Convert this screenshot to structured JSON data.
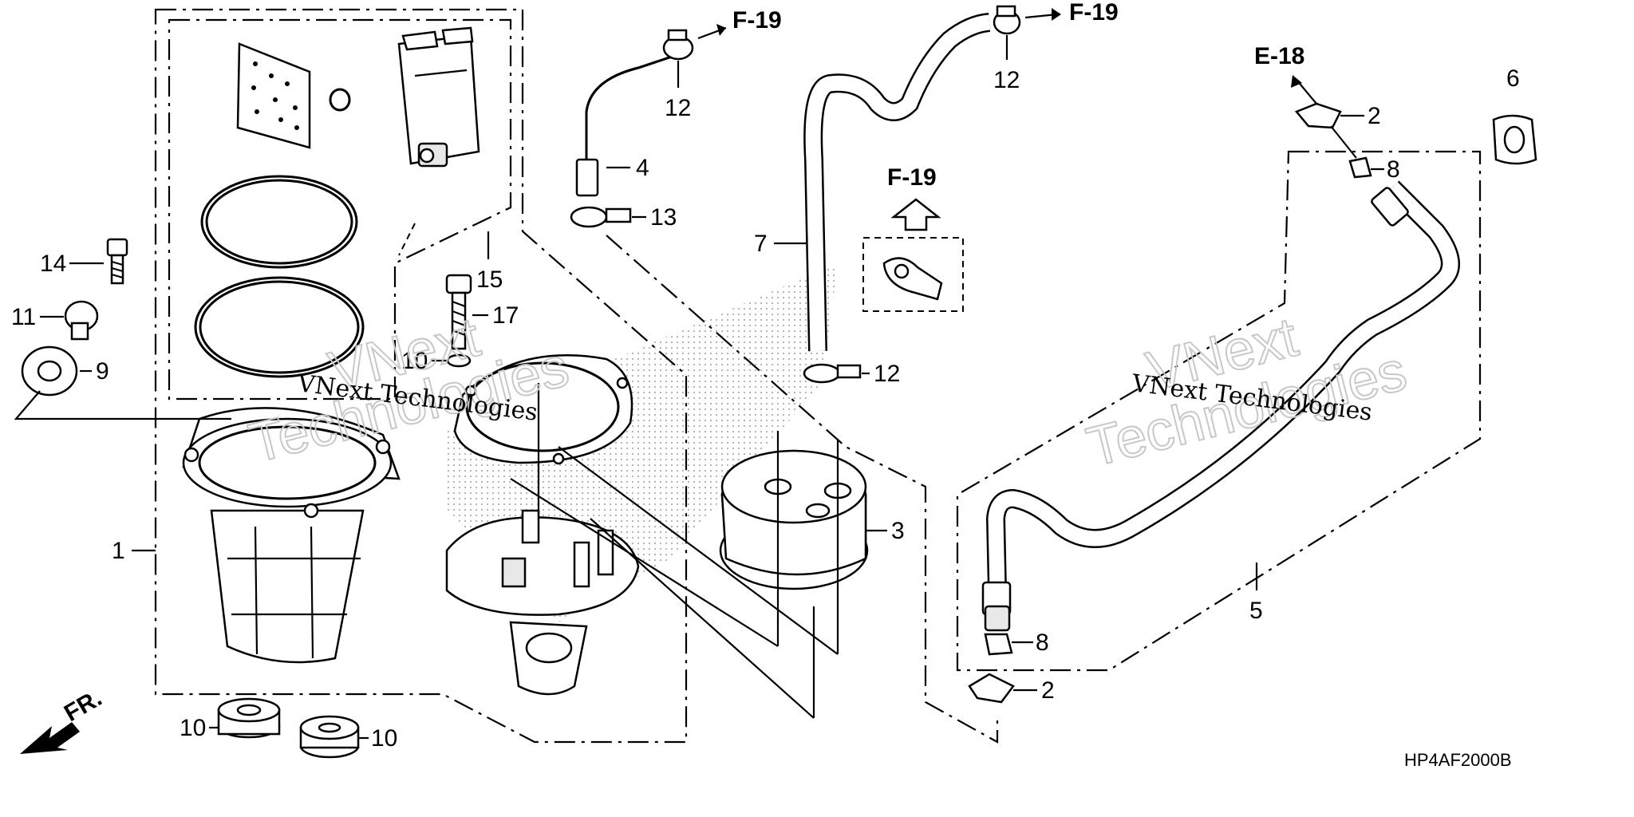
{
  "diagram": {
    "code": "HP4AF2000B",
    "direction_label": "FR.",
    "watermark_line1": "VNext Technologies",
    "watermark_line2a": "VNext",
    "watermark_line2b": "Technologies",
    "refs": {
      "f19_top_left": "F-19",
      "f19_top_right": "F-19",
      "f19_mid": "F-19",
      "e18": "E-18"
    },
    "callouts": {
      "c1": "1",
      "c2a": "2",
      "c2b": "2",
      "c3": "3",
      "c4": "4",
      "c5": "5",
      "c6": "6",
      "c7": "7",
      "c8a": "8",
      "c8b": "8",
      "c9": "9",
      "c10a": "10",
      "c10b": "10",
      "c10c": "10",
      "c11": "11",
      "c12a": "12",
      "c12b": "12",
      "c12c": "12",
      "c13": "13",
      "c14": "14",
      "c15": "15",
      "c17": "17"
    }
  }
}
